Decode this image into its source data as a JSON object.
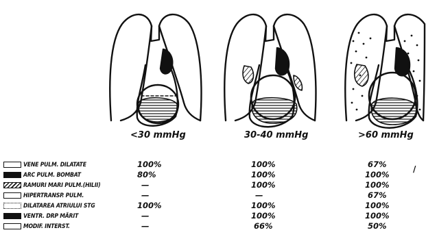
{
  "columns": [
    {
      "header": "<30 mmHg",
      "values": [
        "100%",
        "80%",
        "—",
        "—",
        "100%",
        "—",
        "—"
      ]
    },
    {
      "header": "30-40 mmHg",
      "values": [
        "100%",
        "100%",
        "100%",
        "—",
        "100%",
        "100%",
        "66%"
      ]
    },
    {
      "header": ">60 mmHg",
      "values": [
        "67%",
        "100%",
        "100%",
        "67%",
        "100%",
        "100%",
        "50%"
      ]
    }
  ],
  "legend": [
    {
      "label": "VENE PULM. DILATATE",
      "swatch": "white"
    },
    {
      "label": "ARC PULM. BOMBAT",
      "swatch": "black"
    },
    {
      "label": "RAMURI MARI PULM.(HILII)",
      "swatch": "hatched"
    },
    {
      "label": "HIPERTRANSP. PULM.",
      "swatch": "white"
    },
    {
      "label": "DILATAREA ATRIULUI STG",
      "swatch": "dotted"
    },
    {
      "label": "VENTR. DRP MĂRIT",
      "swatch": "black"
    },
    {
      "label": "MODIF. INTERST.",
      "swatch": "white"
    }
  ]
}
